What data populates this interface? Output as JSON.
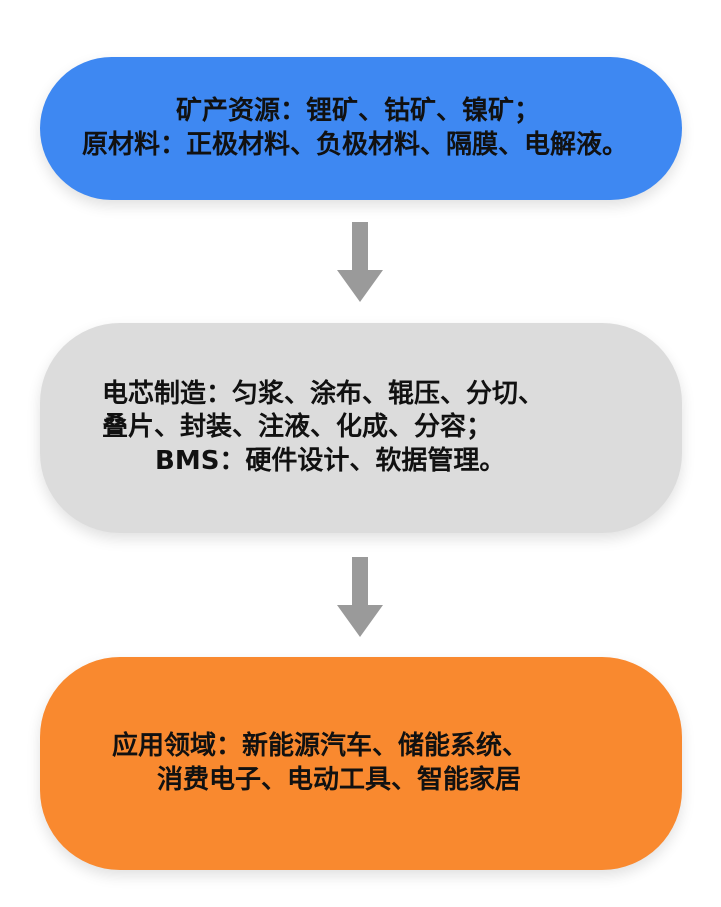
{
  "stages": [
    {
      "lines": [
        "矿产资源：锂矿、钴矿、镍矿；",
        "原材料：正极材料、负极材料、隔膜、电解液。"
      ],
      "color": "#3e88f2"
    },
    {
      "lines": [
        "电芯制造：匀浆、涂布、辊压、分切、",
        "叠片、封装、注液、化成、分容；",
        "BMS：硬件设计、软据管理。"
      ],
      "color": "#dcdcdc"
    },
    {
      "lines": [
        "应用领域：新能源汽车、储能系统、",
        "消费电子、电动工具、智能家居"
      ],
      "color": "#f9892f"
    }
  ],
  "arrow_color": "#9a9a9a"
}
